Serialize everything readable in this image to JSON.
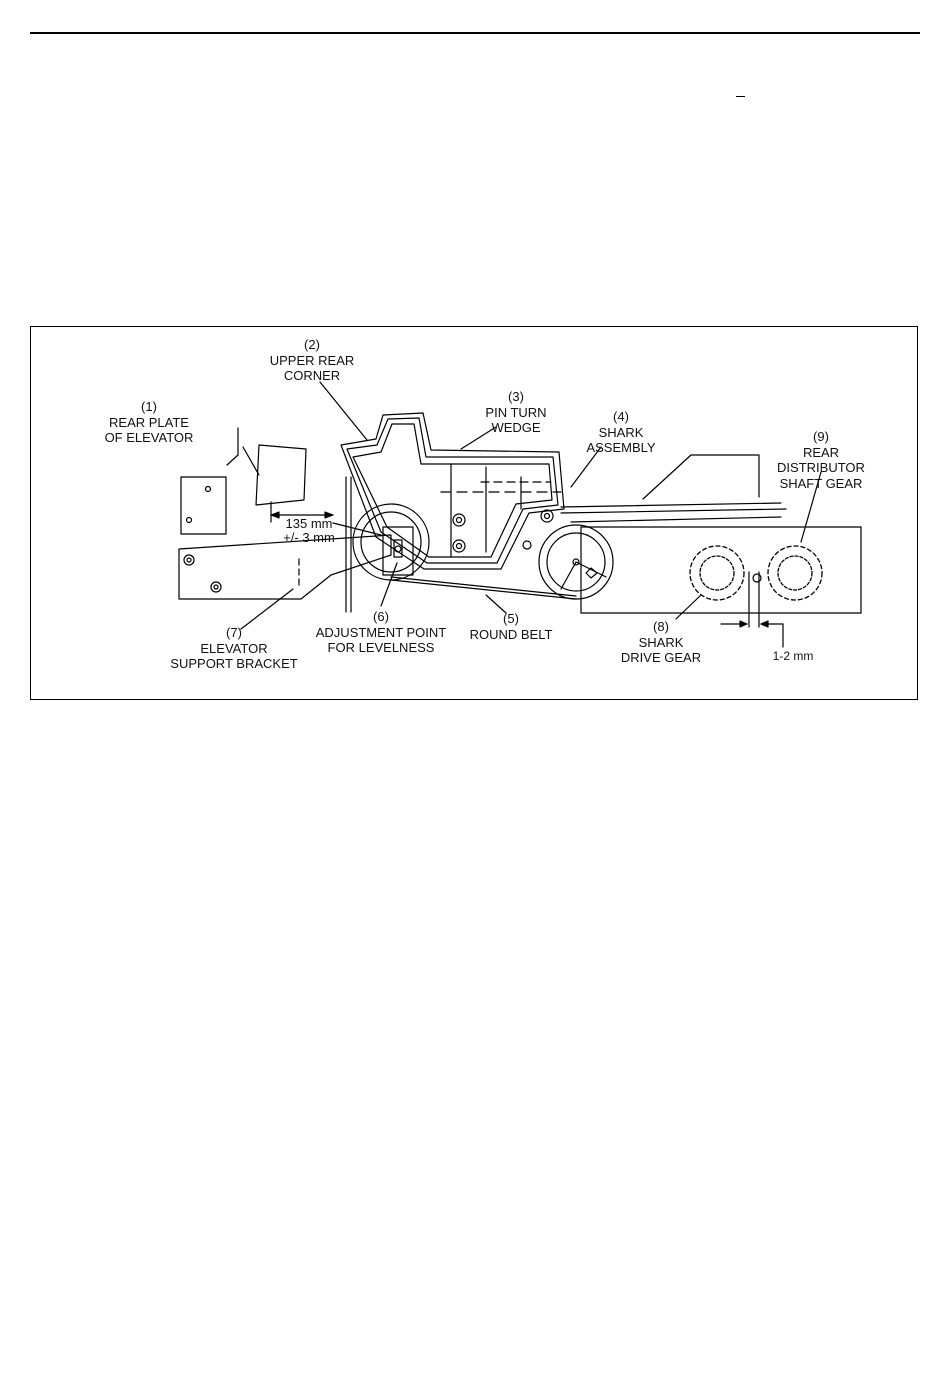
{
  "page": {
    "dash_glyph": "–"
  },
  "figure": {
    "callouts": [
      {
        "id": "rear-plate",
        "num": "(1)",
        "lines": [
          "REAR PLATE",
          "OF ELEVATOR"
        ]
      },
      {
        "id": "upper-rear-corner",
        "num": "(2)",
        "lines": [
          "UPPER REAR",
          "CORNER"
        ]
      },
      {
        "id": "pin-turn-wedge",
        "num": "(3)",
        "lines": [
          "PIN TURN",
          "WEDGE"
        ]
      },
      {
        "id": "shark-assembly",
        "num": "(4)",
        "lines": [
          "SHARK",
          "ASSEMBLY"
        ]
      },
      {
        "id": "round-belt",
        "num": "(5)",
        "lines": [
          "ROUND BELT"
        ]
      },
      {
        "id": "adjustment-point",
        "num": "(6)",
        "lines": [
          "ADJUSTMENT POINT",
          "FOR LEVELNESS"
        ]
      },
      {
        "id": "elevator-support-bracket",
        "num": "(7)",
        "lines": [
          "ELEVATOR",
          "SUPPORT BRACKET"
        ]
      },
      {
        "id": "shark-drive-gear",
        "num": "(8)",
        "lines": [
          "SHARK",
          "DRIVE GEAR"
        ]
      },
      {
        "id": "rear-distributor-shaft-gear",
        "num": "(9)",
        "lines": [
          "REAR",
          "DISTRIBUTOR",
          "SHAFT GEAR"
        ]
      }
    ],
    "dimensions": {
      "distance_line1": "135 mm",
      "distance_line2": "+/- 3 mm",
      "gear_gap": "1-2 mm"
    }
  }
}
